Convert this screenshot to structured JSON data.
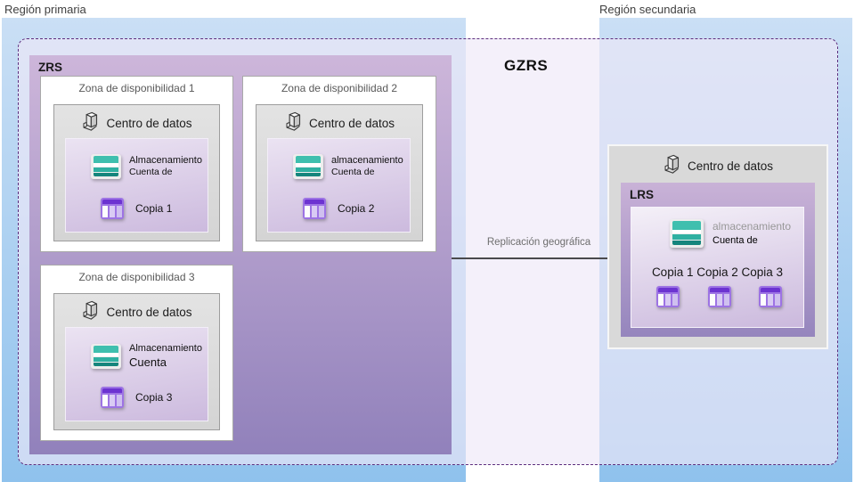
{
  "regions": {
    "primary_label": "Región primaria",
    "secondary_label": "Región secundaria"
  },
  "gzrs": {
    "label": "GZRS"
  },
  "zrs": {
    "label": "ZRS"
  },
  "zones": [
    {
      "title": "Zona de disponibilidad 1",
      "datacenter_label": "Centro de datos",
      "storage_line1": "Almacenamiento",
      "storage_line2": "Cuenta de",
      "copy_label": "Copia 1"
    },
    {
      "title": "Zona de disponibilidad 2",
      "datacenter_label": "Centro de datos",
      "storage_line1": "almacenamiento",
      "storage_line2": "Cuenta de",
      "copy_label": "Copia 2"
    },
    {
      "title": "Zona de disponibilidad 3",
      "datacenter_label": "Centro de datos",
      "storage_line1": "Almacenamiento",
      "storage_line2": "Cuenta",
      "copy_label": "Copia 3"
    }
  ],
  "arrow": {
    "label": "Replicación geográfica"
  },
  "secondary": {
    "datacenter_label": "Centro de datos",
    "lrs_label": "LRS",
    "storage_line1": "almacenamiento",
    "storage_line2": "Cuenta de",
    "copies_label": "Copia 1 Copia 2 Copia 3"
  },
  "icons": {
    "datacenter": "datacenter-building-icon",
    "storage": "storage-account-icon",
    "table": "table-copy-icon"
  },
  "colors": {
    "region_blue_top": "#cadff5",
    "region_blue_bottom": "#8fc2ed",
    "gzrs_dash": "#5d2e7e",
    "zrs_purple_top": "#cdb6da",
    "zrs_purple_bottom": "#9181bb",
    "storage_teal": "#3fbfae",
    "table_purple": "#6c33d1",
    "arrow_gray": "#4a4a4c"
  }
}
